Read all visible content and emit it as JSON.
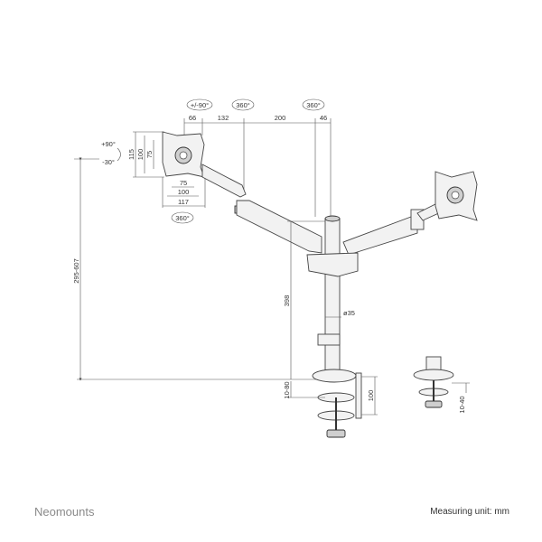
{
  "rotations": {
    "tilt_plate": "+/-90°",
    "arm_joint": "360°",
    "pole_top": "360°",
    "plate_bottom": "360°"
  },
  "tilt": {
    "up": "+90°",
    "down": "-30°"
  },
  "top_dimensions": [
    "66",
    "132",
    "200",
    "46"
  ],
  "vesa_vertical": [
    "115",
    "100",
    "75"
  ],
  "vesa_horizontal": [
    "75",
    "100",
    "117"
  ],
  "height_range": "295-607",
  "pole_height": "398",
  "pole_diameter": "ø35",
  "clamp_thickness": "10-80",
  "clamp_height": "100",
  "grommet_thickness": "10-40",
  "footer": {
    "brand": "Neomounts",
    "unit": "Measuring unit: mm"
  }
}
